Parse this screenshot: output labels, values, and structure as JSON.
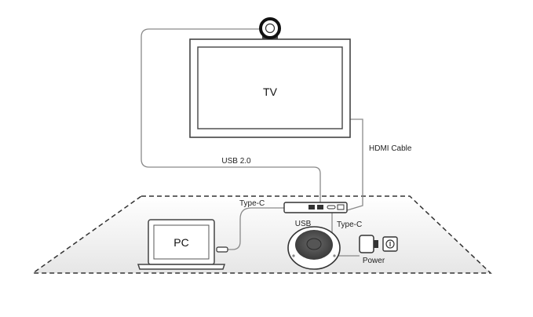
{
  "diagram": {
    "tv_label": "TV",
    "pc_label": "PC",
    "cables": {
      "usb2": "USB 2.0",
      "hdmi": "HDMI Cable",
      "typec_pc": "Type-C",
      "usb": "USB",
      "typec_power": "Type-C"
    },
    "power_label": "Power",
    "colors": {
      "outline": "#444444",
      "cable": "#8a8a8a",
      "floor_gradient_start": "#ffffff",
      "floor_gradient_end": "#e9e9e9",
      "speaker_dark": "#4a4a4a"
    }
  }
}
